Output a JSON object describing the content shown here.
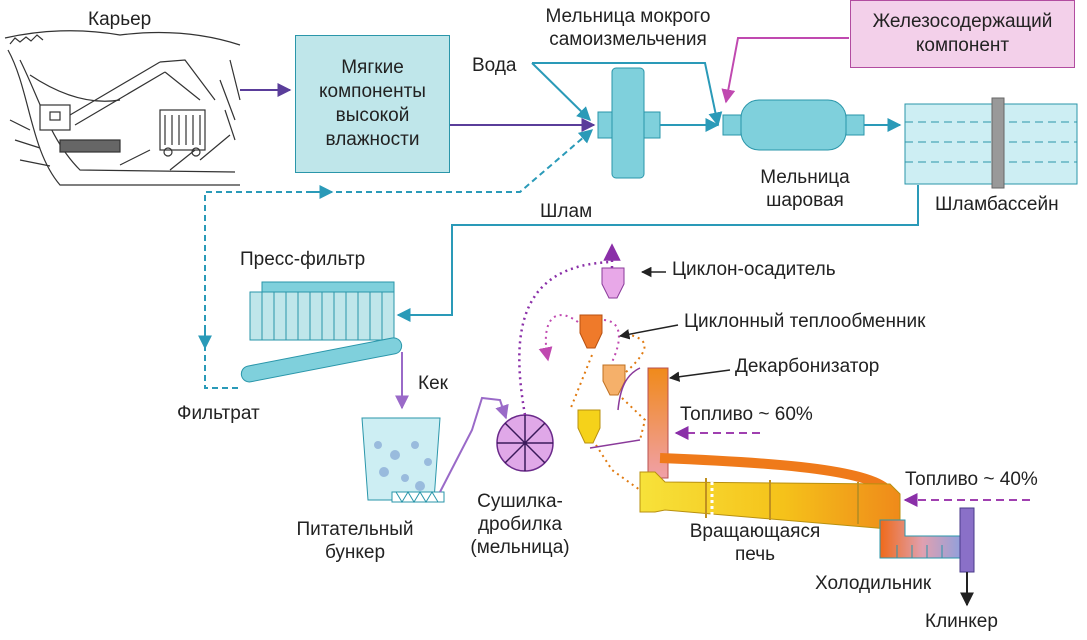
{
  "labels": {
    "quarry": "Карьер",
    "soft_components": "Мягкие\nкомпоненты\nвысокой\nвлажности",
    "water": "Вода",
    "wet_mill": "Мельница мокрого\nсамоизмельчения",
    "iron_component": "Железосодержащий\nкомпонент",
    "ball_mill": "Мельница\nшаровая",
    "slurry_basin": "Шламбассейн",
    "slurry": "Шлам",
    "press_filter": "Пресс-фильтр",
    "cyclone_settler": "Циклон-осадитель",
    "cyclone_heat_exchanger": "Циклонный теплообменник",
    "decarbonizer": "Декарбонизатор",
    "cake": "Кек",
    "fuel_60": "Топливо ~ 60%",
    "filtrate": "Фильтрат",
    "fuel_40": "Топливо ~ 40%",
    "feed_hopper": "Питательный\nбункер",
    "dryer_crusher": "Сушилка-\nдробилка\n(мельница)",
    "rotary_kiln": "Вращающаяся\nпечь",
    "cooler": "Холодильник",
    "clinker": "Клинкер"
  },
  "colors": {
    "process_line": "#2a9ab8",
    "material_line": "#5a3d9a",
    "iron_line": "#c049b0",
    "fuel_line": "#a040b0",
    "gas_line_purple": "#8a2fa8",
    "gas_line_orange": "#e07a10",
    "box_fill_teal": "#bfe6ea",
    "box_fill_pink": "#f3d0ea",
    "kiln_yellow": "#f5d21a",
    "kiln_orange": "#ef8a1a"
  }
}
